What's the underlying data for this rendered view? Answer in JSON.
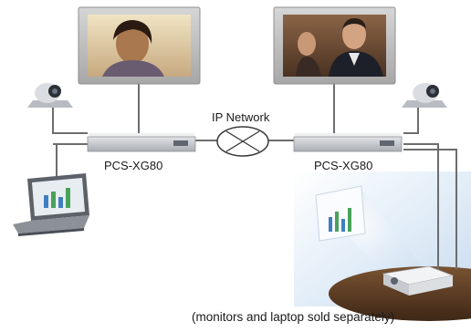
{
  "network_label": "IP Network",
  "codec_left_label": "PCS-XG80",
  "codec_right_label": "PCS-XG80",
  "note": "(monitors and laptop sold separately)",
  "colors": {
    "cable": "#6d6d6d",
    "monitor_frame": "#b9b9b9",
    "codec_body": "#c4c7cb",
    "projection_glow": "#d8e6f4",
    "table": "#5a3a22"
  }
}
